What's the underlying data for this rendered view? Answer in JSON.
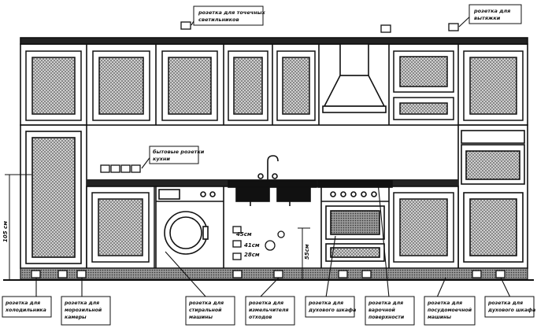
{
  "labels": {
    "spot_lights": [
      "розетка для точечных",
      "светильников"
    ],
    "hood": [
      "розетка для",
      "вытяжки"
    ],
    "kitchen_outlets": [
      "бытовые розетки",
      "кухни"
    ],
    "fridge": [
      "розетка для",
      "холодильника"
    ],
    "freezer": [
      "розетка для",
      "морозильной",
      "камеры"
    ],
    "washer": [
      "розетка для",
      "стиральной",
      "машины"
    ],
    "shredder": [
      "розетка для",
      "измельчителя",
      "отходов"
    ],
    "oven": [
      "розетка для",
      "духового шкафа"
    ],
    "hob": [
      "розетка для",
      "варочной",
      "поверхности"
    ],
    "dishwasher": [
      "розетка для",
      "посудомоечной",
      "машины"
    ],
    "oven2": [
      "розетка для",
      "духового шкафа"
    ]
  },
  "dimensions": {
    "height_left": "105 см",
    "h45": "45см",
    "h41": "41см",
    "h28": "28см",
    "h55": "55см"
  }
}
